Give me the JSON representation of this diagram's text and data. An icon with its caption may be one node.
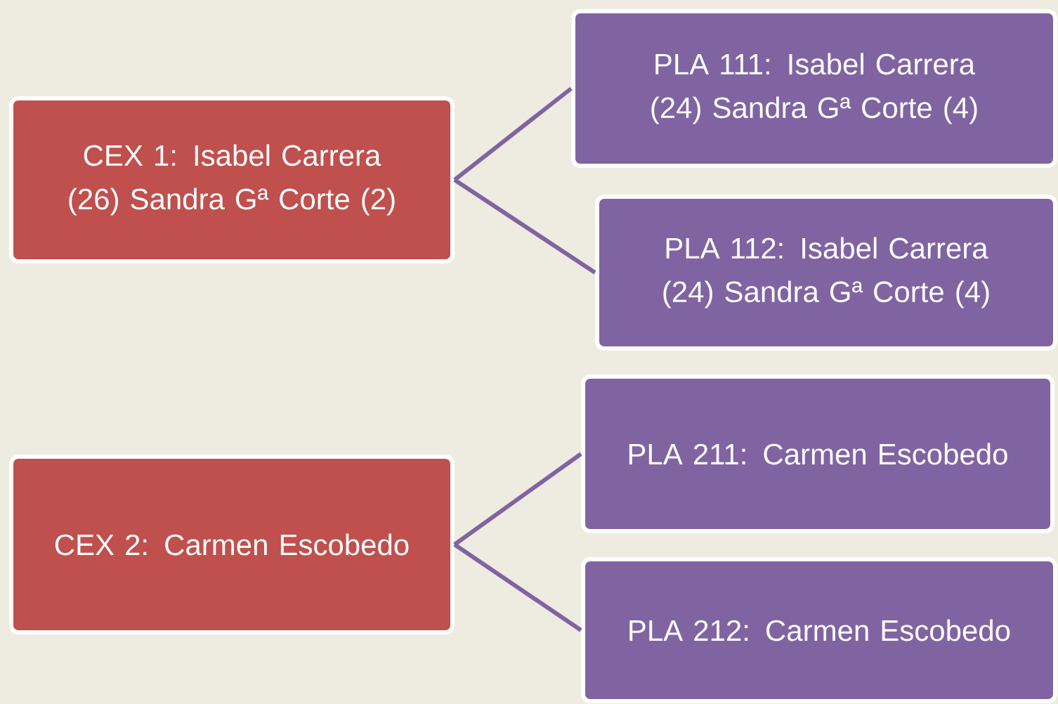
{
  "diagram": {
    "nodes": [
      {
        "text": [
          "CEX 1: Isabel Carrera (26) Sandra Gª Corte (2)"
        ]
      },
      {
        "text": [
          "PLA 111: Isabel Carrera (24) Sandra Gª Corte (4)"
        ]
      },
      {
        "text": [
          "PLA 112: Isabel Carrera (24) Sandra Gª Corte (4)"
        ]
      },
      {
        "text": [
          "CEX 2: Carmen Escobedo"
        ]
      },
      {
        "text": [
          "PLA 211: Carmen Escobedo"
        ]
      },
      {
        "text": [
          "PLA 212: Carmen Escobedo"
        ]
      }
    ],
    "edges": [
      {
        "from": 0,
        "to": 1,
        "arrow": "none"
      },
      {
        "from": 0,
        "to": 2,
        "arrow": "none"
      },
      {
        "from": 3,
        "to": 4,
        "arrow": "none"
      },
      {
        "from": 3,
        "to": 5,
        "arrow": "none"
      }
    ]
  }
}
